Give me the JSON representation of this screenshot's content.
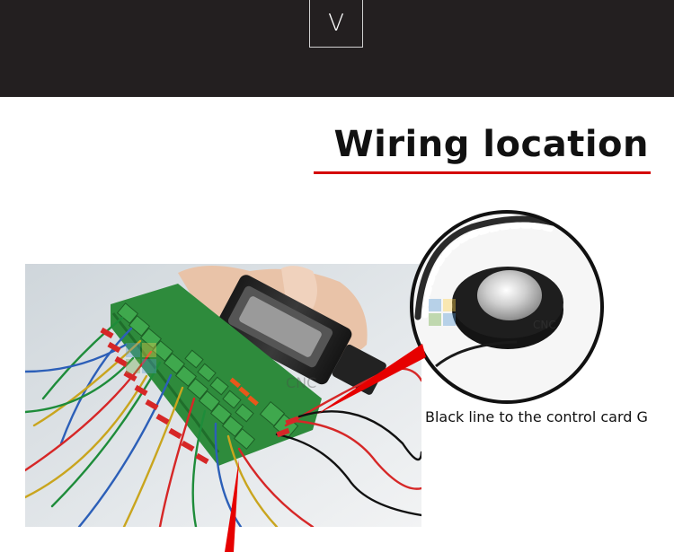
{
  "header": {
    "badge_letter": "V"
  },
  "section": {
    "title": "Wiring location"
  },
  "photo": {
    "watermark_text": "CNC"
  },
  "inset": {
    "watermark_text": "CNC"
  },
  "caption": {
    "text": "Black line to the control card G"
  },
  "colors": {
    "top_bar": "#231f20",
    "accent_red": "#d40000",
    "board_green": "#2e8b3c"
  }
}
